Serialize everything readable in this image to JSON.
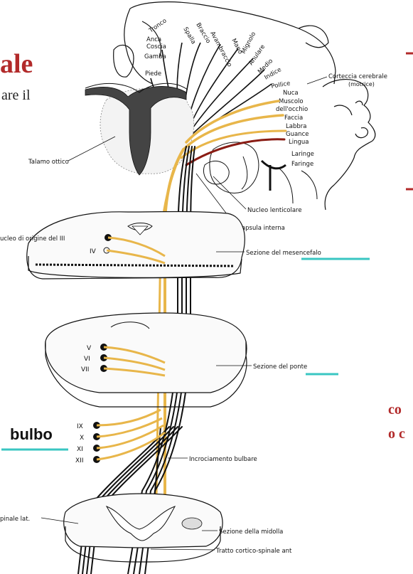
{
  "slide": {
    "title_fragment": "ale",
    "subtitle_fragment": "are il",
    "right_fragment_1": "co",
    "right_fragment_2": "o  c",
    "highlight_label": "bulbo"
  },
  "colors": {
    "title_red": "#b22a2a",
    "tract_gold": "#e8b64a",
    "tract_red": "#8a1c14",
    "underline_teal": "#39c6c2",
    "line_black": "#111111"
  },
  "cortex": {
    "body_labels": [
      "Tronco",
      "Spalla",
      "Braccio",
      "Avambraccio",
      "Mano",
      "Mignolo",
      "Anulare",
      "Medio",
      "Indice",
      "Pollice",
      "Anca",
      "Coscia",
      "Gamba",
      "Piede"
    ],
    "head_labels": [
      "Nuca",
      "Muscolo",
      "dell'occhio",
      "Faccia",
      "Labbra",
      "Guance",
      "Lingua",
      "Laringe",
      "Faringe"
    ],
    "cortex_label": "Corteccia cerebrale",
    "cortex_sublabel": "(motrice)"
  },
  "structures": {
    "talamo": "Talamo ottico",
    "nucleo_lenticolare": "Nucleo lenticolare",
    "capsula": "Capsula interna",
    "nucleo_III": "ucleo di origine del III",
    "sez_mesencefalo": "Sezione del mesencefalo",
    "sez_ponte": "Sezione del ponte",
    "incrociamento": "Incrociamento bulbare",
    "sez_midolla": "Sezione della midolla",
    "tratto_ant": "Tratto cortico-spinale ant",
    "spinale_lat": "pinale lat."
  },
  "nerves": {
    "mesencefalo": [
      "IV"
    ],
    "ponte": [
      "V",
      "VI",
      "VII"
    ],
    "bulbo": [
      "IX",
      "X",
      "XI",
      "XII"
    ]
  }
}
